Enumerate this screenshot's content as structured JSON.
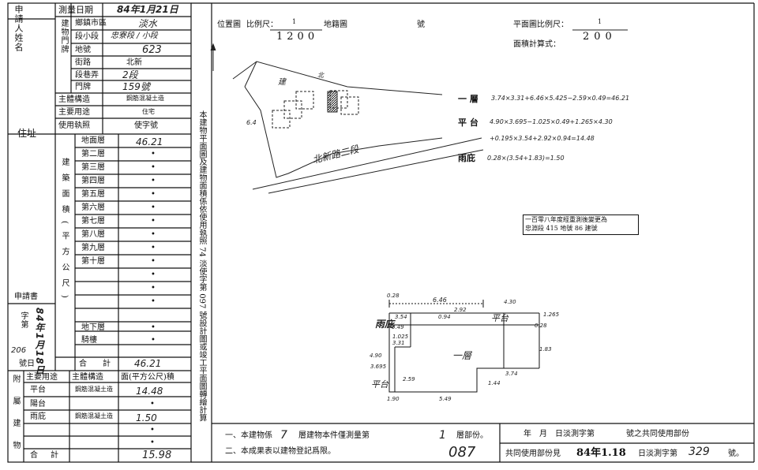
{
  "left_form": {
    "applicant_label": "申請人姓名",
    "address_label": "住址",
    "building_location_label": "建物門牌",
    "survey_date_label": "測量日期",
    "survey_date_value": "84年1月21日",
    "township_label": "鄉鎮市區",
    "township_value": "淡水",
    "section_label": "段小段",
    "section_value": "忠寮段 / 小段",
    "land_no_label": "地號",
    "land_no_value": "623",
    "street_label": "街路",
    "street_value": "北新",
    "lane_label": "段巷弄",
    "lane_value": "2段",
    "door_label": "門牌",
    "door_value": "159號",
    "structure_label": "主體構造",
    "structure_value": "鋼筋混凝土造",
    "usage_label": "主要用途",
    "usage_value": "住宅",
    "license_label": "使用執照",
    "license_no_label": "使字號",
    "area_vertical_label": "建築面積(平方公尺)",
    "floors": [
      {
        "name": "地面層",
        "value": "46.21"
      },
      {
        "name": "第二層",
        "value": "•"
      },
      {
        "name": "第三層",
        "value": "•"
      },
      {
        "name": "第四層",
        "value": "•"
      },
      {
        "name": "第五層",
        "value": "•"
      },
      {
        "name": "第六層",
        "value": "•"
      },
      {
        "name": "第七層",
        "value": "•"
      },
      {
        "name": "第八層",
        "value": "•"
      },
      {
        "name": "第九層",
        "value": "•"
      },
      {
        "name": "第十層",
        "value": "•"
      },
      {
        "name": "",
        "value": "•"
      },
      {
        "name": "",
        "value": "•"
      },
      {
        "name": "",
        "value": "•"
      },
      {
        "name": "地下層",
        "value": "•"
      },
      {
        "name": "騎樓",
        "value": "•"
      }
    ],
    "application_label": "申請書",
    "app_no_label": "字第",
    "app_date": "84年1月18日",
    "app_no_value": "206",
    "app_no_suffix": "號日",
    "total_label": "合計",
    "total_value": "46.21",
    "annex_label": "附屬建物",
    "annex_headers": [
      "主要用途",
      "主體構造",
      "面(平方公尺)積"
    ],
    "annex_rows": [
      {
        "use": "平台",
        "structure": "鋼筋混凝土造",
        "area": "14.48"
      },
      {
        "use": "陽台",
        "structure": "",
        "area": "•"
      },
      {
        "use": "雨庇",
        "structure": "鋼筋混凝土造",
        "area": "1.50"
      },
      {
        "use": "",
        "structure": "",
        "area": "•"
      },
      {
        "use": "",
        "structure": "",
        "area": "•"
      }
    ],
    "annex_total_label": "合計",
    "annex_total_value": "15.98"
  },
  "center_note": "本建物平面圖及建物面積係依使用執照 74 淡使字第 097 號設計圖或竣工平面圖轉繪計算",
  "location_plan": {
    "label": "位置圖",
    "scale_label": "比例尺：",
    "scale_num": "1",
    "scale_den": "1200",
    "cadastral_label": "地籍圖",
    "number_label": "號",
    "road_text": "北新路二段",
    "building_text": "建",
    "dim_left": "6.4",
    "north_char": "北"
  },
  "floor_plan": {
    "label": "平面圖比例尺：",
    "scale_num": "1",
    "scale_den": "200",
    "calc_label": "面積計算式：",
    "calc_lines": [
      {
        "label": "一 層",
        "formula": "3.74×3.31+6.46×5.425−2.59×0.49=46.21"
      },
      {
        "label": "平 台",
        "formula": "4.90×3.695−1.025×0.49+1.265×4.30"
      },
      {
        "label": "",
        "formula": "+0.195×3.54+2.92×0.94=14.48"
      },
      {
        "label": "雨庇",
        "formula": "0.28×(3.54+1.83)=1.50"
      }
    ],
    "change_note_1": "一百零八年度經重測後變更為",
    "change_note_2": "忠淵段 415 地號 86 建號",
    "plan_labels": {
      "yupi": "雨庇",
      "pingtai1": "平台",
      "pingtai2": "平台",
      "floor1": "一層",
      "d_top1": "0.28",
      "d_top2": "6.46",
      "d_top3": "4.30",
      "d_354": "3.54",
      "d_094": "0.94",
      "d_292": "2.92",
      "d_1265": "1.265",
      "d_028": "0.28",
      "d_183": "1.83",
      "d_049": "0.49",
      "d_1025": "1.025",
      "d_3695": "3.695",
      "d_259": "2.59",
      "d_374": "3.74",
      "d_331": "3.31",
      "d_144": "1.44",
      "d_490": "4.90",
      "d_549": "5.49",
      "d_190": "1.90"
    }
  },
  "footer": {
    "note1_a": "一、本建物係",
    "note1_n": "7",
    "note1_b": "層建物本件僅測量第",
    "note1_m": "1",
    "note1_c": "層部份。",
    "note2": "二、本成果表以建物登記爲限。",
    "hand_no": "087",
    "shared_row1": "年　月　日淡測字第　　　　號之共同使用部份",
    "shared_row2_a": "共同使用部份見",
    "shared_row2_date": "84年1.18",
    "shared_row2_b": "日淡測字第",
    "shared_row2_no": "329",
    "shared_row2_c": "號。"
  }
}
